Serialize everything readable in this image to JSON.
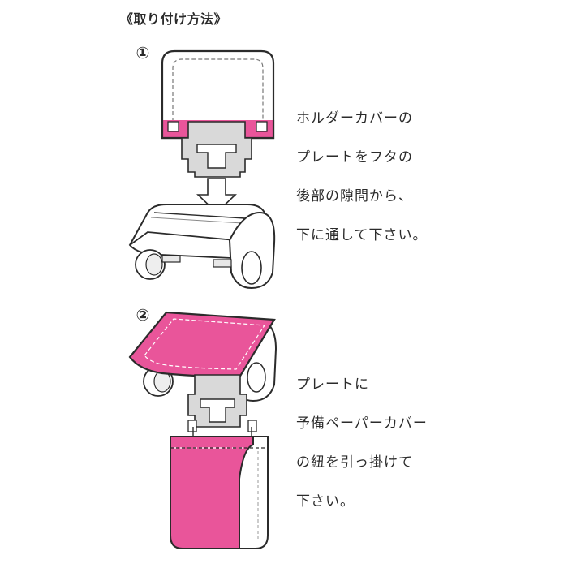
{
  "title": "《取り付け方法》",
  "steps": [
    {
      "number": "①",
      "text_lines": [
        "ホルダーカバーの",
        "プレートをフタの",
        "後部の隙間から、",
        "下に通して下さい。"
      ]
    },
    {
      "number": "②",
      "text_lines": [
        "プレートに",
        "予備ペーパーカバー",
        "の紐を引っ掛けて",
        "下さい。"
      ]
    }
  ],
  "colors": {
    "pink": "#e9559a",
    "gray_plate": "#d9d9d9",
    "outline": "#2b2b2b"
  }
}
